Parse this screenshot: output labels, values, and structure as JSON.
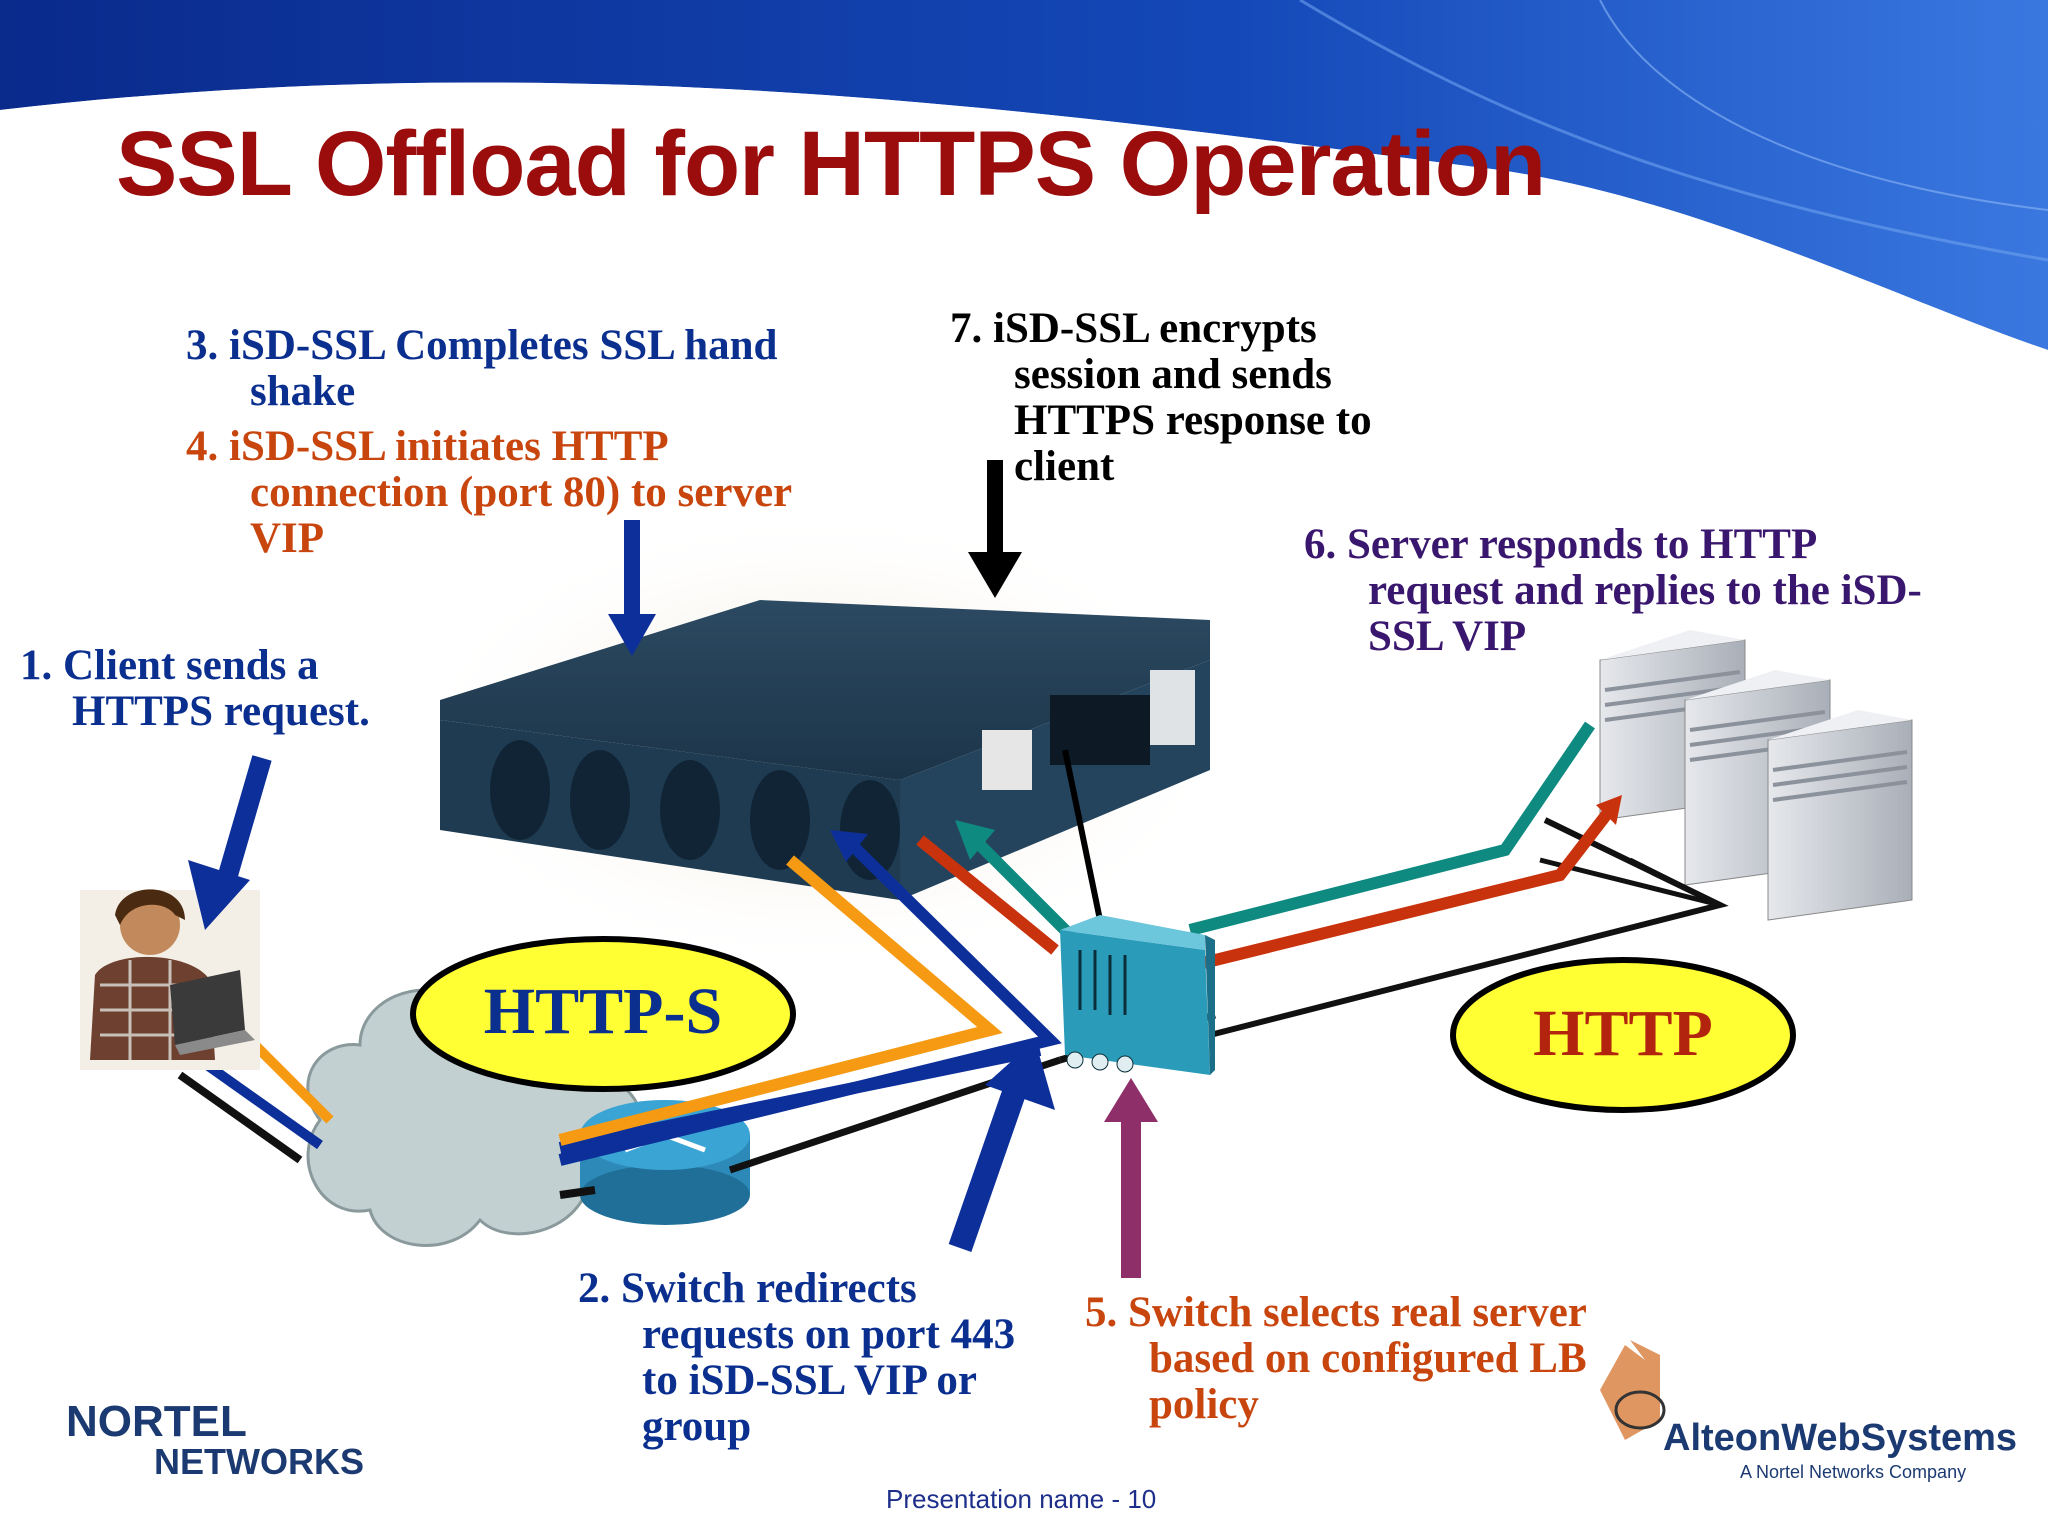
{
  "title": "SSL Offload for HTTPS Operation",
  "steps": {
    "step1": [
      "1.  Client sends a",
      "HTTPS request."
    ],
    "step2": [
      "2. Switch  redirects",
      "requests on port 443",
      "to iSD-SSL VIP or",
      "group"
    ],
    "step3": [
      "3. iSD-SSL Completes SSL hand",
      "shake"
    ],
    "step4": [
      "4.  iSD-SSL initiates HTTP",
      "connection (port 80) to server",
      "VIP"
    ],
    "step5": [
      "5.  Switch selects real server",
      "based on configured LB",
      "policy"
    ],
    "step6": [
      "6. Server responds to HTTP",
      "request and replies to the iSD-",
      "SSL VIP"
    ],
    "step7": [
      "7. iSD-SSL encrypts",
      "session and sends",
      "HTTPS response to",
      "client"
    ]
  },
  "ovals": {
    "left": "HTTP-S",
    "right": "HTTP"
  },
  "footer": "Presentation name - 10",
  "logos": {
    "nortel_line1": "NORTEL",
    "nortel_line2": "NETWORKS",
    "alteon_main": "AlteonWebSystems",
    "alteon_sub": "A Nortel Networks Company"
  },
  "colors": {
    "title": "#9b0d0d",
    "step_blue": "#0a2f8f",
    "step_orange": "#c8450e",
    "step_purple": "#3a176e",
    "oval_fill": "#ffff33",
    "line_orange": "#f59a12",
    "line_blue": "#0d2f9a",
    "line_red": "#c8320c",
    "line_teal": "#0f8a80",
    "arrow_magenta": "#8e2f6a"
  },
  "icons": [
    "client-laptop-user-icon",
    "internet-cloud-icon",
    "router-icon",
    "switch-icon",
    "isd-ssl-appliance-icon",
    "server-icon"
  ]
}
